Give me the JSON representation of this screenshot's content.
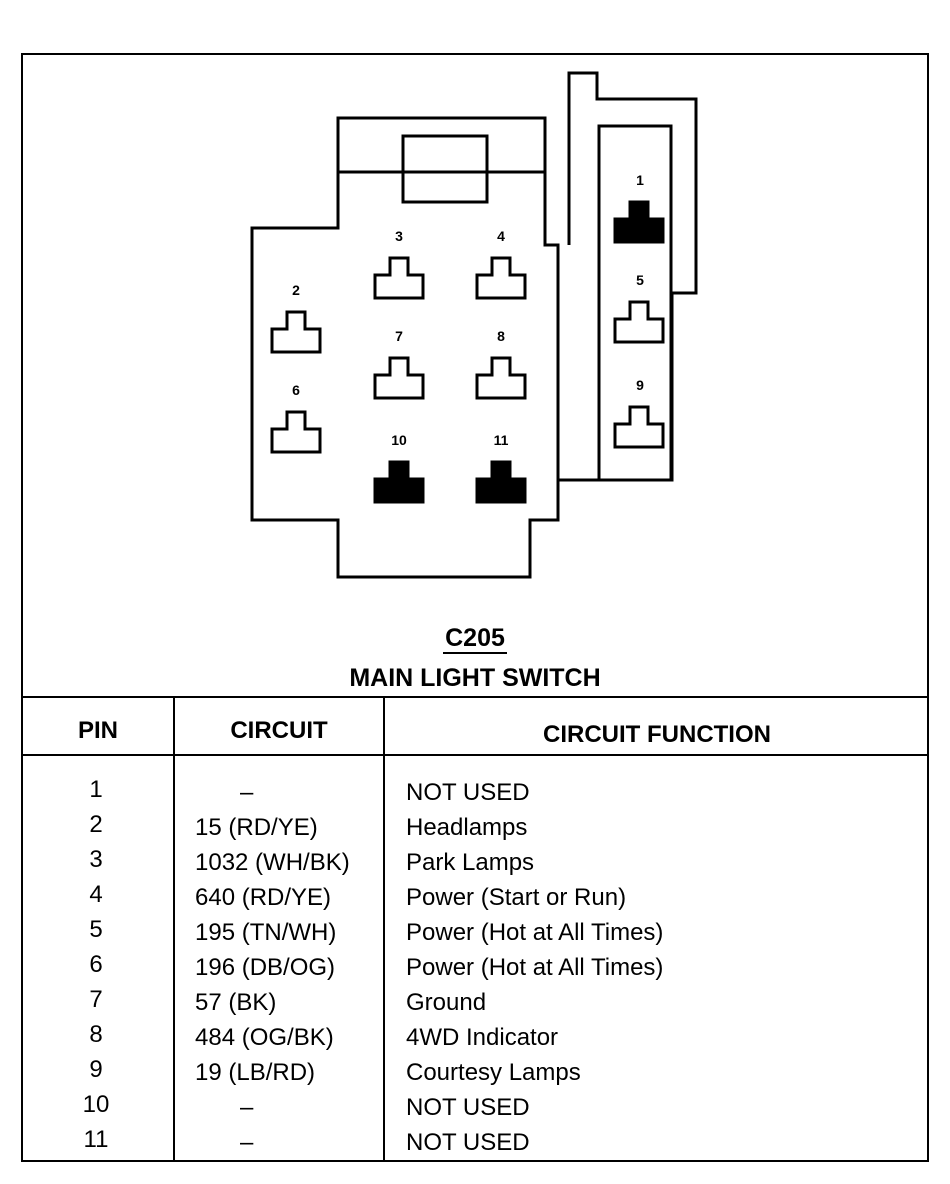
{
  "connector": {
    "id": "C205",
    "name": "MAIN LIGHT SWITCH",
    "pins": [
      {
        "label": "1",
        "filled": true
      },
      {
        "label": "2",
        "filled": false
      },
      {
        "label": "3",
        "filled": false
      },
      {
        "label": "4",
        "filled": false
      },
      {
        "label": "5",
        "filled": false
      },
      {
        "label": "6",
        "filled": false
      },
      {
        "label": "7",
        "filled": false
      },
      {
        "label": "8",
        "filled": false
      },
      {
        "label": "9",
        "filled": false
      },
      {
        "label": "10",
        "filled": true
      },
      {
        "label": "11",
        "filled": true
      }
    ]
  },
  "table": {
    "headers": {
      "pin": "PIN",
      "circuit": "CIRCUIT",
      "function": "CIRCUIT FUNCTION"
    },
    "rows": [
      {
        "pin": "1",
        "circuit": "–",
        "function": "NOT USED"
      },
      {
        "pin": "2",
        "circuit": "15 (RD/YE)",
        "function": "Headlamps"
      },
      {
        "pin": "3",
        "circuit": "1032 (WH/BK)",
        "function": "Park Lamps"
      },
      {
        "pin": "4",
        "circuit": "640 (RD/YE)",
        "function": "Power (Start or Run)"
      },
      {
        "pin": "5",
        "circuit": "195 (TN/WH)",
        "function": "Power (Hot at All Times)"
      },
      {
        "pin": "6",
        "circuit": "196 (DB/OG)",
        "function": "Power (Hot at All Times)"
      },
      {
        "pin": "7",
        "circuit": "57 (BK)",
        "function": "Ground"
      },
      {
        "pin": "8",
        "circuit": "484 (OG/BK)",
        "function": "4WD Indicator"
      },
      {
        "pin": "9",
        "circuit": "19 (LB/RD)",
        "function": "Courtesy Lamps"
      },
      {
        "pin": "10",
        "circuit": "–",
        "function": "NOT USED"
      },
      {
        "pin": "11",
        "circuit": "–",
        "function": "NOT USED"
      }
    ]
  }
}
